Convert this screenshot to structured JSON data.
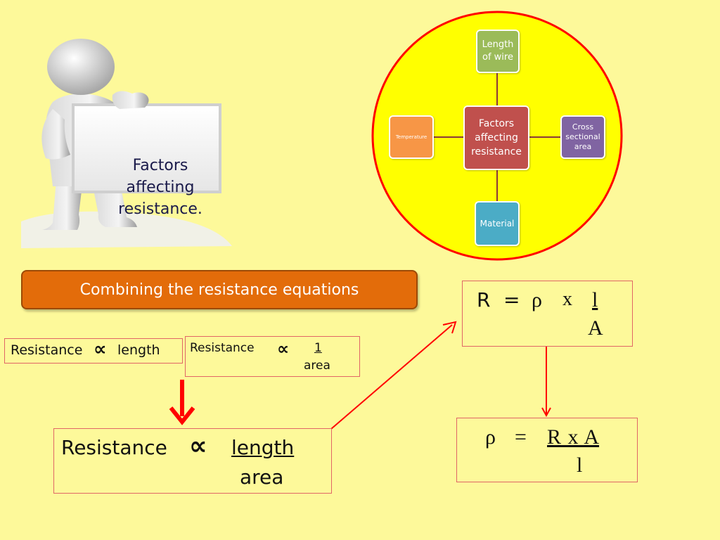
{
  "sign": {
    "line1": "Factors",
    "line2": "affecting",
    "line3": "resistance."
  },
  "mindmap": {
    "center": {
      "line1": "Factors",
      "line2": "affecting",
      "line3": "resistance",
      "color": "#c0504d"
    },
    "top": {
      "line1": "Length",
      "line2": "of wire",
      "color": "#9bbb59"
    },
    "left": {
      "label": "Temperature",
      "color": "#f79646"
    },
    "right": {
      "line1": "Cross",
      "line2": "sectional",
      "line3": "area",
      "color": "#8064a2"
    },
    "bottom": {
      "label": "Material",
      "color": "#4bacc6"
    },
    "circle_fill": "#ffff00",
    "circle_border": "#ff0000"
  },
  "banner": {
    "text": "Combining the resistance equations",
    "color": "#e36c0a"
  },
  "eq1": {
    "lhs": "Resistance",
    "prop": "∝",
    "rhs": "length"
  },
  "eq2": {
    "lhs": "Resistance",
    "prop": "∝",
    "num": "1",
    "den": "area"
  },
  "eq3": {
    "lhs": "Resistance",
    "prop": "∝",
    "num": "length",
    "den": "area"
  },
  "eq4": {
    "r": "R",
    "eq": "=",
    "rho": "ρ",
    "x": "x",
    "num": "l",
    "den": "A"
  },
  "eq5": {
    "rho": "ρ",
    "eq": "=",
    "num": "R x A",
    "den": "l"
  },
  "arrow_color": "#ff0000"
}
